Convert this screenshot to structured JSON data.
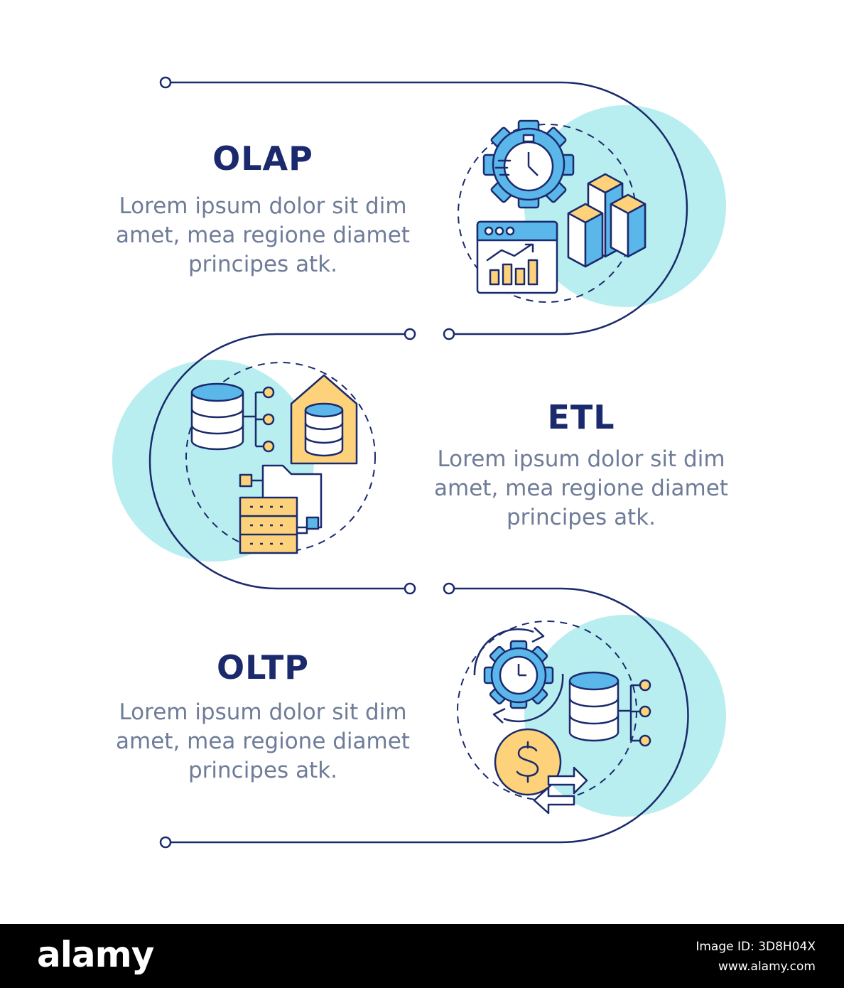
{
  "colors": {
    "navy": "#1a2a6c",
    "text_gray": "#6f7c98",
    "circle_fill": "#b9eef0",
    "icon_blue": "#5bb6ea",
    "icon_yellow": "#fdd27a"
  },
  "sections": [
    {
      "title": "OLAP",
      "lines": [
        "Lorem ipsum dolor sit dim",
        "amet, mea regione diamet",
        "principes atk."
      ],
      "icons": [
        "gear-stopwatch-icon",
        "bar-chart-3d-icon",
        "analytics-window-icon"
      ]
    },
    {
      "title": "ETL",
      "lines": [
        "Lorem ipsum dolor sit dim",
        "amet, mea regione diamet",
        "principes atk."
      ],
      "icons": [
        "database-icon",
        "data-warehouse-icon",
        "file-server-icon"
      ]
    },
    {
      "title": "OLTP",
      "lines": [
        "Lorem ipsum dolor sit dim",
        "amet, mea regione diamet",
        "principes atk."
      ],
      "icons": [
        "gear-clock-cycle-icon",
        "database-icon",
        "dollar-exchange-icon"
      ]
    }
  ],
  "footer": {
    "brand": "alamy",
    "image_id": "Image ID: 3D8H04X",
    "site": "www.alamy.com"
  }
}
